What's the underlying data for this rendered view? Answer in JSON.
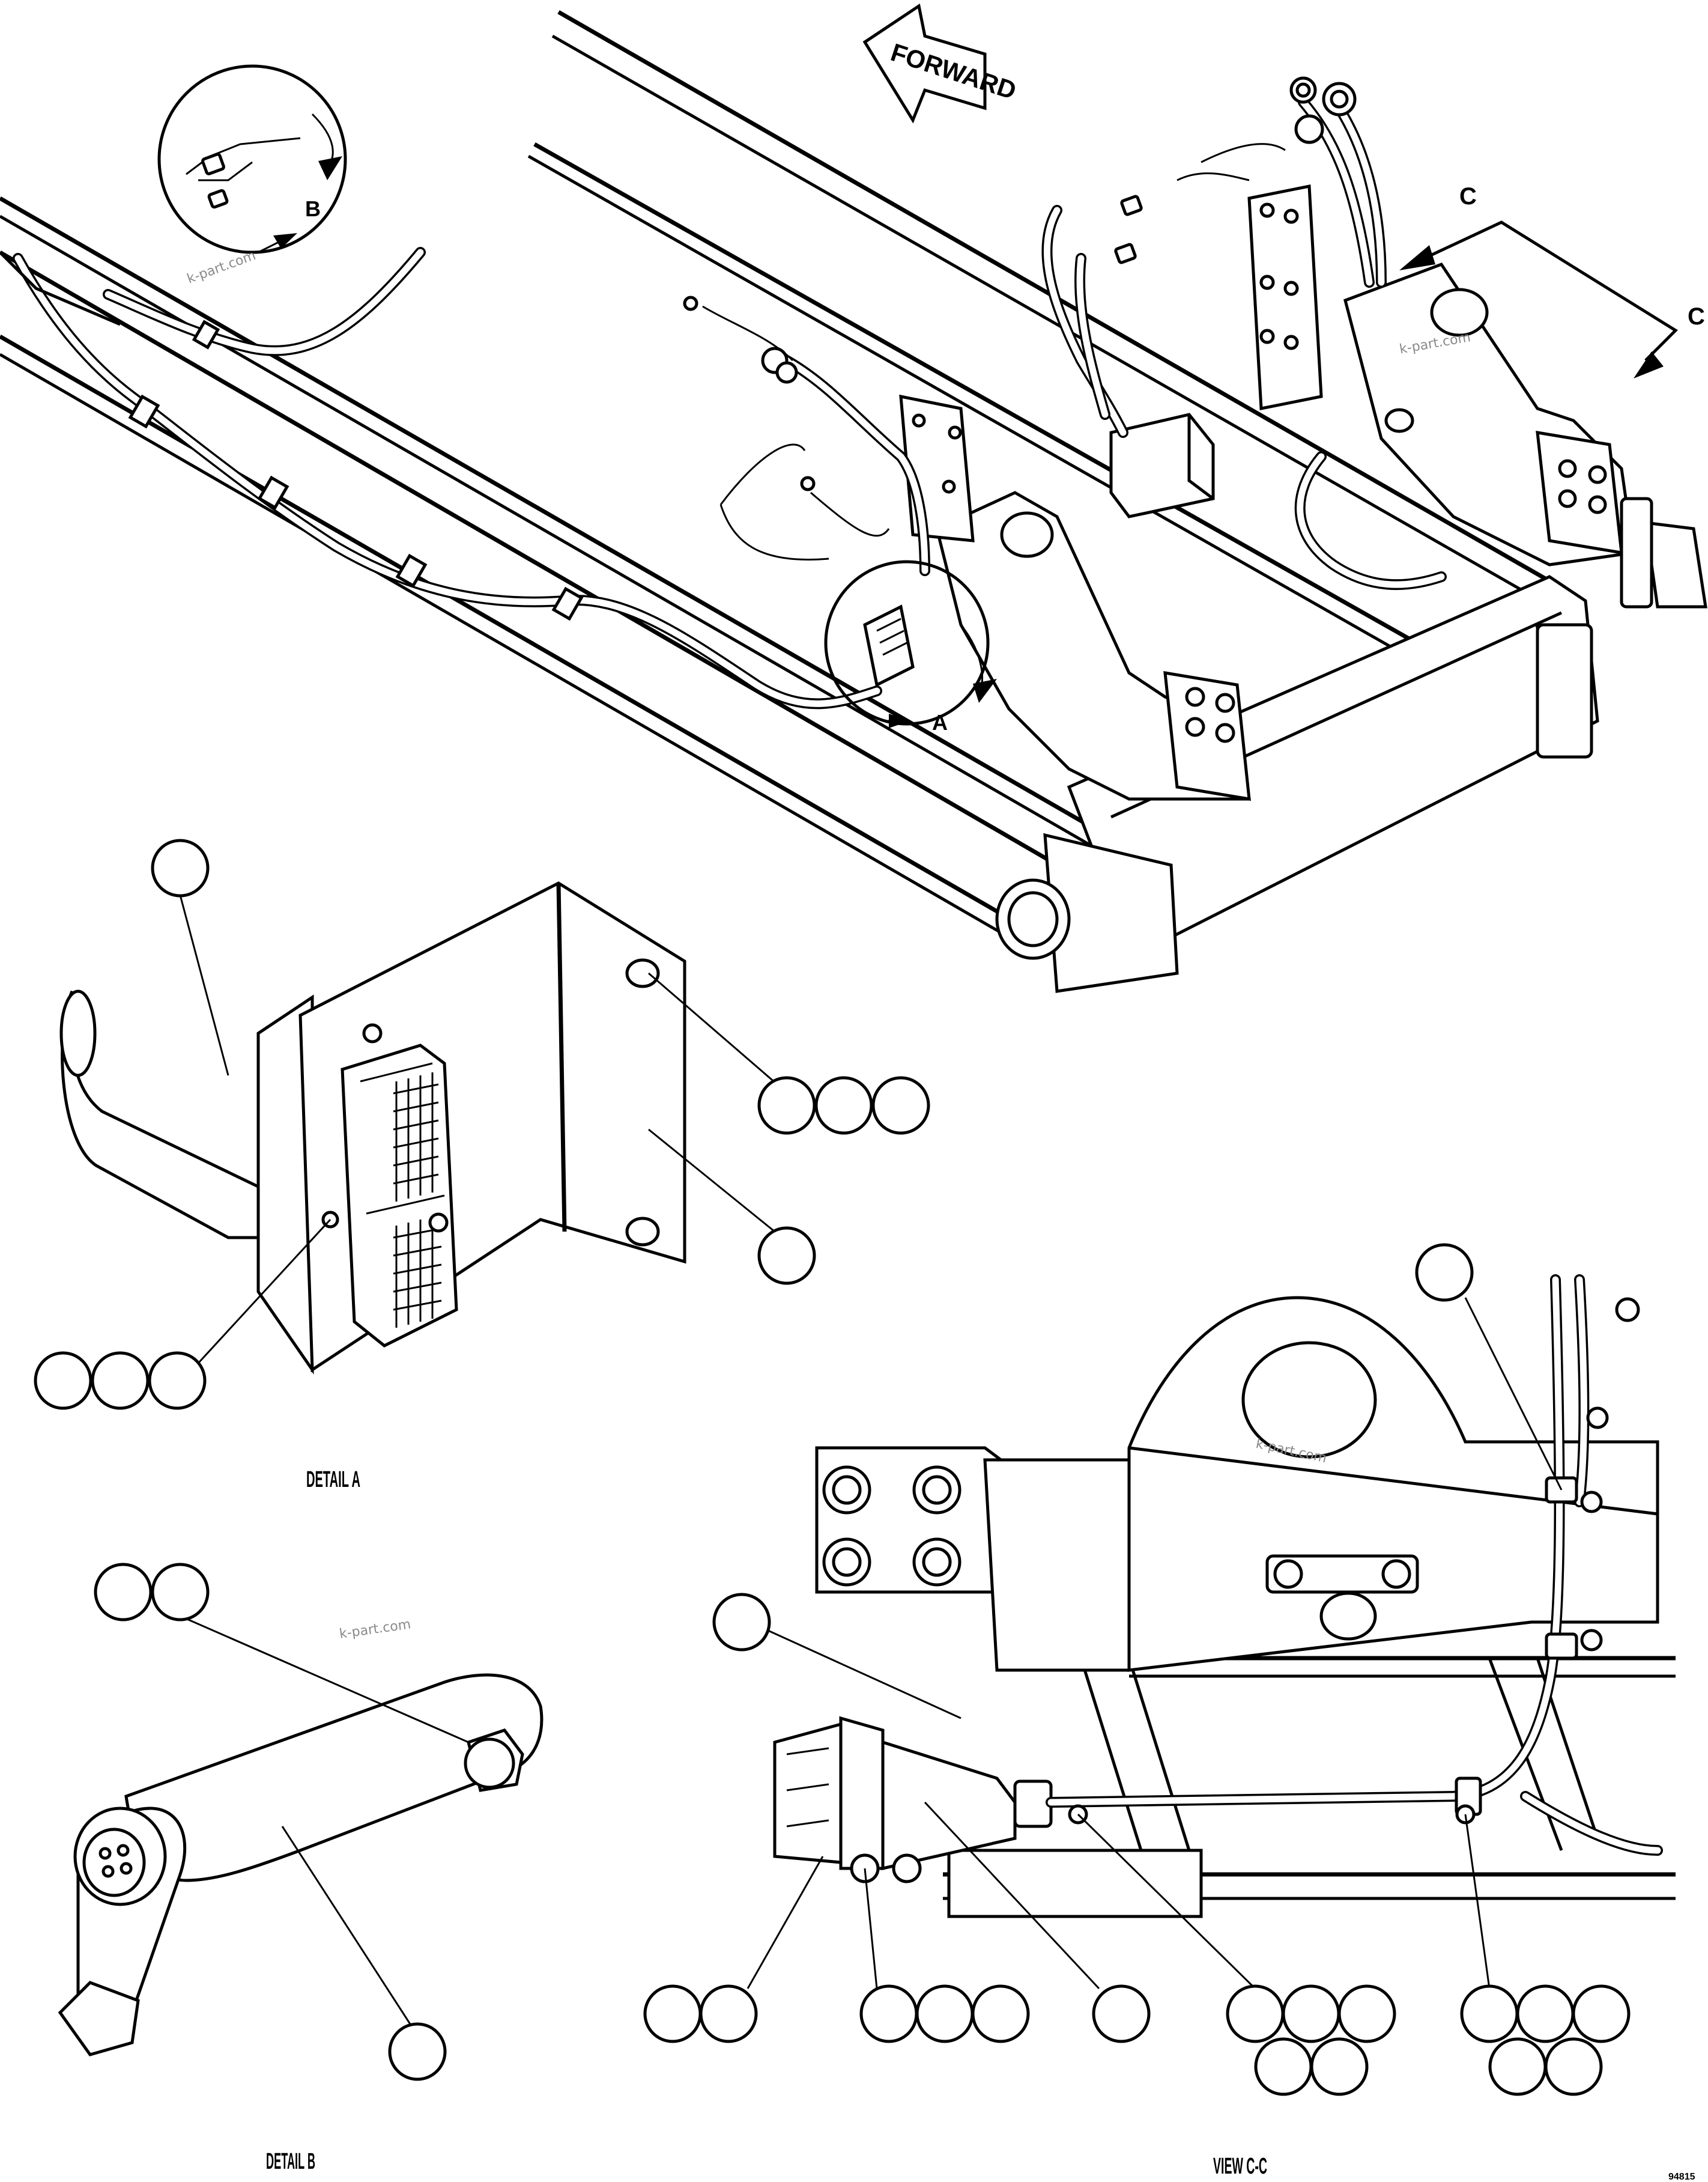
{
  "labels": {
    "forward": "FORWARD",
    "section_c": "C",
    "detail_a_letter": "A",
    "detail_b_letter": "B",
    "detail_a_title": "DETAIL A",
    "detail_b_title": "DETAIL B",
    "view_cc_title": "VIEW C-C",
    "figure_code": "94815"
  },
  "watermarks": [
    "k-part.com",
    "k-part.com",
    "k-part.com",
    "k-part.com"
  ]
}
